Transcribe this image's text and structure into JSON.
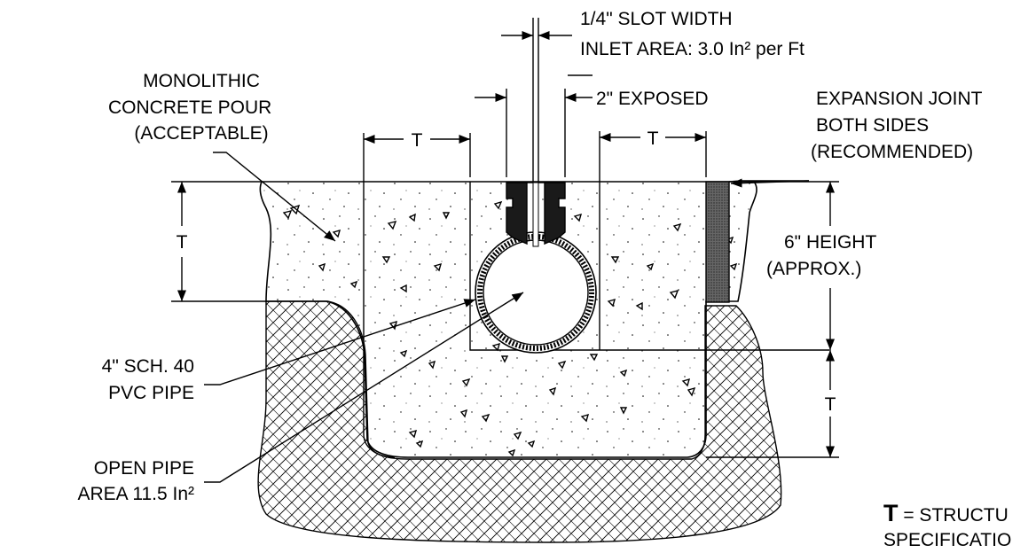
{
  "labels": {
    "slot_width": "1/4\" SLOT WIDTH",
    "inlet_area": "INLET AREA: 3.0 In² per Ft",
    "monolithic_1": "MONOLITHIC",
    "monolithic_2": "CONCRETE POUR",
    "monolithic_3": "(ACCEPTABLE)",
    "exposed": "2\" EXPOSED",
    "expansion_1": "EXPANSION JOINT",
    "expansion_2": "BOTH SIDES",
    "expansion_3": "(RECOMMENDED)",
    "t_left_top": "T",
    "t_right_top": "T",
    "t_left_side": "T",
    "t_right_side": "T",
    "height_1": "6\" HEIGHT",
    "height_2": "(APPROX.)",
    "pvc_1": "4\" SCH. 40",
    "pvc_2": "PVC PIPE",
    "open_1": "OPEN PIPE",
    "open_2": "AREA 11.5 In²",
    "legend_symbol": "T",
    "legend_1": " = STRUCTU",
    "legend_2": "SPECIFICATIO"
  },
  "colors": {
    "line": "#000000",
    "concrete_speckle": "#000000",
    "soil_hatch": "#000000",
    "expansion_joint": "#555555",
    "grate": "#1a1a1a"
  }
}
